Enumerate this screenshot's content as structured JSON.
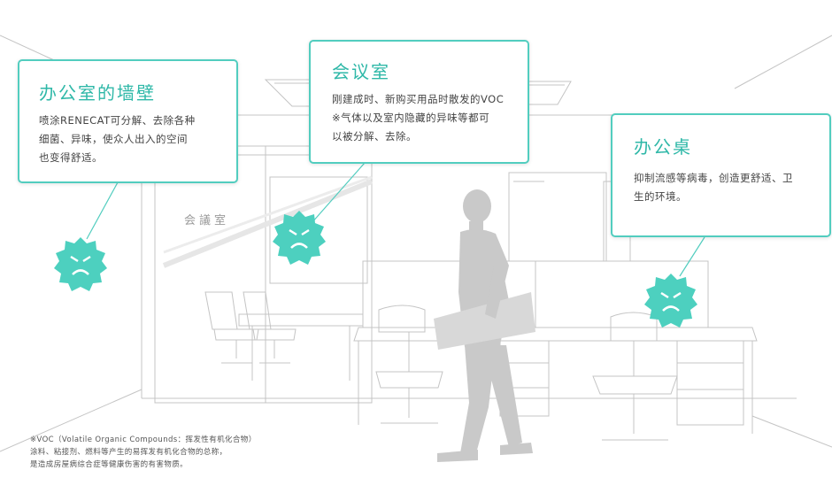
{
  "colors": {
    "accent": "#52cdbf",
    "accent_text": "#2fb8a8",
    "germ": "#4dd0bf",
    "person": "#c9c9c9",
    "line": "#c4c4c4"
  },
  "room_sign": "会議室",
  "callouts": {
    "wall": {
      "title": "办公室的墙壁",
      "lines": [
        "喷涂RENECAT可分解、去除各种",
        "细菌、异味，使众人出入的空间",
        "也变得舒适。"
      ]
    },
    "meeting": {
      "title": "会议室",
      "lines": [
        "刚建成时、新购买用品时散发的VOC",
        "※气体以及室内隐藏的异味等都可",
        "以被分解、去除。"
      ]
    },
    "desk": {
      "title": "办公桌",
      "lines": [
        "抑制流感等病毒，创造更舒适、卫",
        "生的环境。"
      ]
    }
  },
  "footnote": [
    "※VOC（Volatile Organic Compounds：挥发性有机化合物）",
    "涂料、粘接剂、燃料等产生的易挥发有机化合物的总称，",
    "是造成房屋病综合症等健康伤害的有害物质。"
  ],
  "icons": [
    "germ-icon-wall",
    "germ-icon-meeting",
    "germ-icon-desk"
  ]
}
